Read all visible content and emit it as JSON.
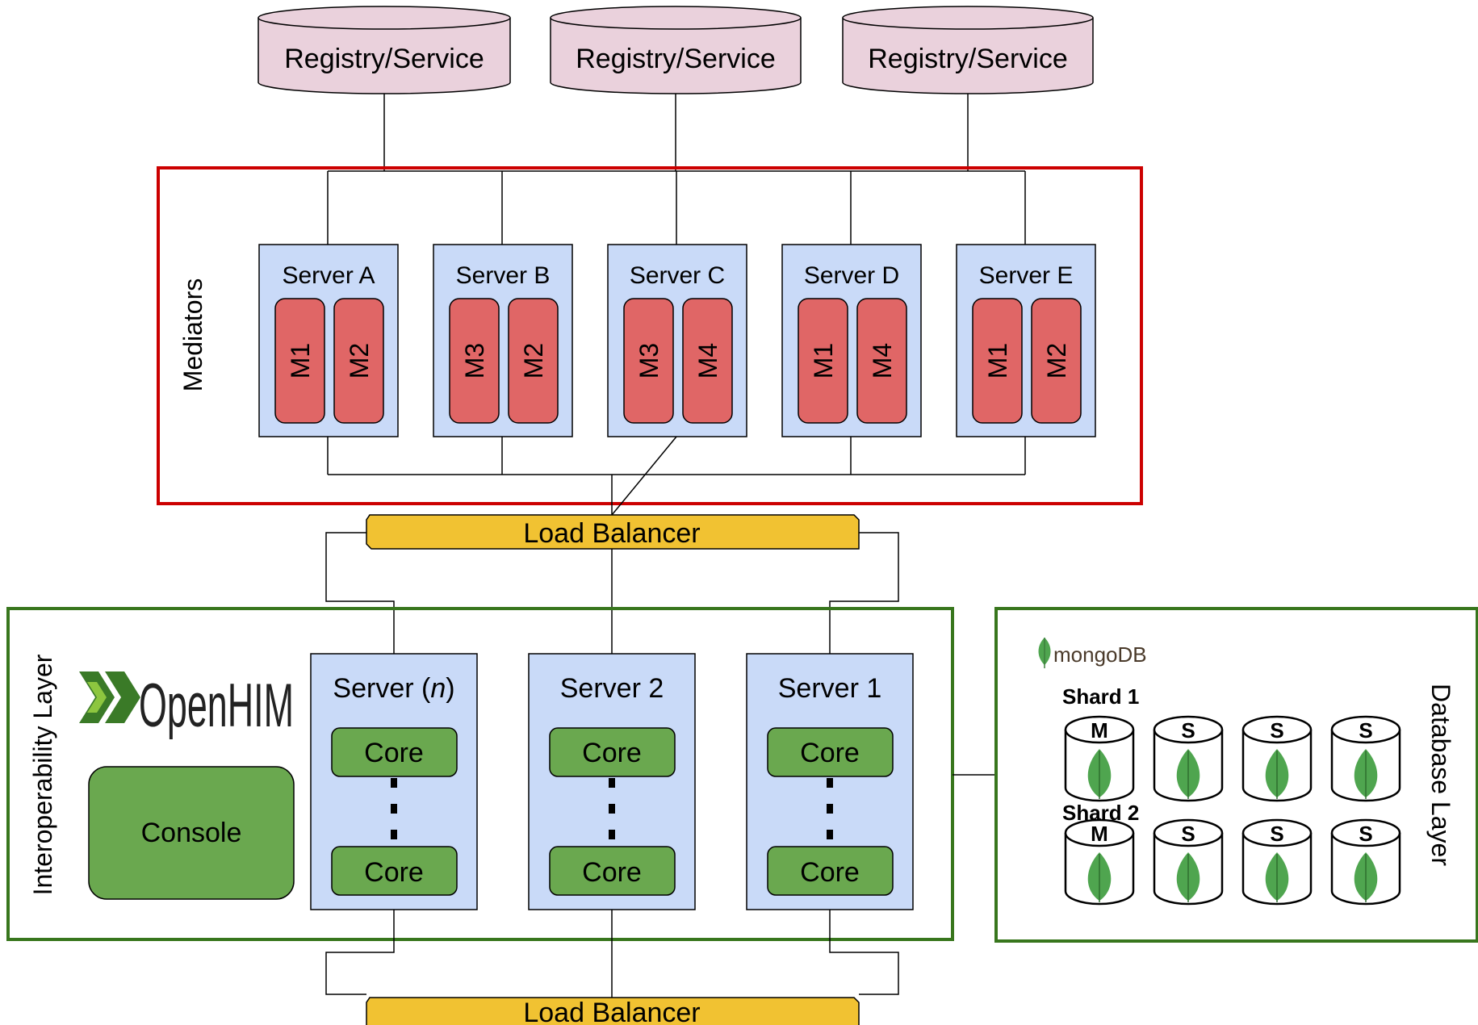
{
  "registries": [
    "Registry/Service",
    "Registry/Service",
    "Registry/Service"
  ],
  "mediators_label": "Mediators",
  "mediator_servers": [
    {
      "name": "Server A",
      "modules": [
        "M1",
        "M2"
      ]
    },
    {
      "name": "Server B",
      "modules": [
        "M3",
        "M2"
      ]
    },
    {
      "name": "Server C",
      "modules": [
        "M3",
        "M4"
      ]
    },
    {
      "name": "Server D",
      "modules": [
        "M1",
        "M4"
      ]
    },
    {
      "name": "Server E",
      "modules": [
        "M1",
        "M2"
      ]
    }
  ],
  "load_balancer_top": "Load Balancer",
  "load_balancer_bottom": "Load Balancer",
  "interop_label": "Interoperability Layer",
  "openhim_logo": "OpenHIM",
  "console_label": "Console",
  "core_servers": [
    {
      "name_prefix": "Server (",
      "name_italic": "n",
      "name_suffix": ")",
      "core_top": "Core",
      "core_bottom": "Core"
    },
    {
      "name_prefix": "Server 2",
      "name_italic": "",
      "name_suffix": "",
      "core_top": "Core",
      "core_bottom": "Core"
    },
    {
      "name_prefix": "Server 1",
      "name_italic": "",
      "name_suffix": "",
      "core_top": "Core",
      "core_bottom": "Core"
    }
  ],
  "database_label": "Database Layer",
  "mongodb_logo": "mongoDB",
  "shards": [
    {
      "label": "Shard 1",
      "nodes": [
        "M",
        "S",
        "S",
        "S"
      ]
    },
    {
      "label": "Shard 2",
      "nodes": [
        "M",
        "S",
        "S",
        "S"
      ]
    }
  ],
  "colors": {
    "registry_fill": "#ead1dc",
    "mediator_border": "#cc0000",
    "server_fill": "#c9daf8",
    "module_fill": "#e06666",
    "load_balancer_fill": "#f1c232",
    "interop_border": "#38761d",
    "core_fill": "#6aa84f",
    "mongo_leaf": "#4fa54f"
  }
}
